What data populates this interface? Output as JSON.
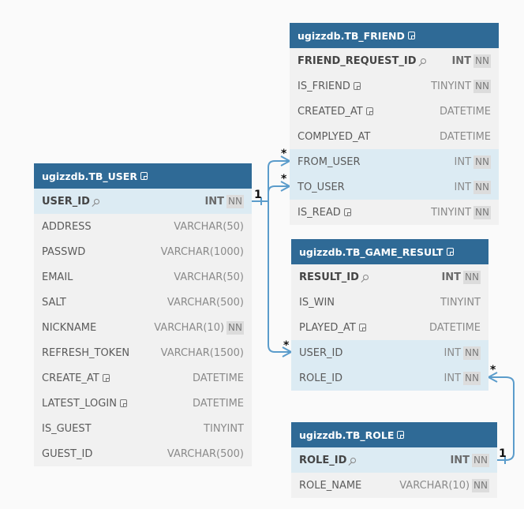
{
  "tables": {
    "friend": {
      "name": "ugizzdb.TB_FRIEND",
      "rows": [
        {
          "name": "FRIEND_REQUEST_ID",
          "type": "INT",
          "nn": "NN",
          "pk": true,
          "note": false,
          "hl": false
        },
        {
          "name": "IS_FRIEND",
          "type": "TINYINT",
          "nn": "NN",
          "pk": false,
          "note": true,
          "hl": false
        },
        {
          "name": "CREATED_AT",
          "type": "DATETIME",
          "nn": "",
          "pk": false,
          "note": true,
          "hl": false
        },
        {
          "name": "COMPLYED_AT",
          "type": "DATETIME",
          "nn": "",
          "pk": false,
          "note": false,
          "hl": false
        },
        {
          "name": "FROM_USER",
          "type": "INT",
          "nn": "NN",
          "pk": false,
          "note": false,
          "hl": true
        },
        {
          "name": "TO_USER",
          "type": "INT",
          "nn": "NN",
          "pk": false,
          "note": false,
          "hl": true
        },
        {
          "name": "IS_READ",
          "type": "TINYINT",
          "nn": "NN",
          "pk": false,
          "note": true,
          "hl": false
        }
      ]
    },
    "user": {
      "name": "ugizzdb.TB_USER",
      "rows": [
        {
          "name": "USER_ID",
          "type": "INT",
          "nn": "NN",
          "pk": true,
          "note": false,
          "hl": true
        },
        {
          "name": "ADDRESS",
          "type": "VARCHAR(50)",
          "nn": "",
          "pk": false,
          "note": false,
          "hl": false
        },
        {
          "name": "PASSWD",
          "type": "VARCHAR(1000)",
          "nn": "",
          "pk": false,
          "note": false,
          "hl": false
        },
        {
          "name": "EMAIL",
          "type": "VARCHAR(50)",
          "nn": "",
          "pk": false,
          "note": false,
          "hl": false
        },
        {
          "name": "SALT",
          "type": "VARCHAR(500)",
          "nn": "",
          "pk": false,
          "note": false,
          "hl": false
        },
        {
          "name": "NICKNAME",
          "type": "VARCHAR(10)",
          "nn": "NN",
          "pk": false,
          "note": false,
          "hl": false
        },
        {
          "name": "REFRESH_TOKEN",
          "type": "VARCHAR(1500)",
          "nn": "",
          "pk": false,
          "note": false,
          "hl": false
        },
        {
          "name": "CREATE_AT",
          "type": "DATETIME",
          "nn": "",
          "pk": false,
          "note": true,
          "hl": false
        },
        {
          "name": "LATEST_LOGIN",
          "type": "DATETIME",
          "nn": "",
          "pk": false,
          "note": true,
          "hl": false
        },
        {
          "name": "IS_GUEST",
          "type": "TINYINT",
          "nn": "",
          "pk": false,
          "note": false,
          "hl": false
        },
        {
          "name": "GUEST_ID",
          "type": "VARCHAR(500)",
          "nn": "",
          "pk": false,
          "note": false,
          "hl": false
        }
      ]
    },
    "game_result": {
      "name": "ugizzdb.TB_GAME_RESULT",
      "rows": [
        {
          "name": "RESULT_ID",
          "type": "INT",
          "nn": "NN",
          "pk": true,
          "note": false,
          "hl": false
        },
        {
          "name": "IS_WIN",
          "type": "TINYINT",
          "nn": "",
          "pk": false,
          "note": false,
          "hl": false
        },
        {
          "name": "PLAYED_AT",
          "type": "DATETIME",
          "nn": "",
          "pk": false,
          "note": true,
          "hl": false
        },
        {
          "name": "USER_ID",
          "type": "INT",
          "nn": "NN",
          "pk": false,
          "note": false,
          "hl": true
        },
        {
          "name": "ROLE_ID",
          "type": "INT",
          "nn": "NN",
          "pk": false,
          "note": false,
          "hl": true
        }
      ]
    },
    "role": {
      "name": "ugizzdb.TB_ROLE",
      "rows": [
        {
          "name": "ROLE_ID",
          "type": "INT",
          "nn": "NN",
          "pk": true,
          "note": false,
          "hl": true
        },
        {
          "name": "ROLE_NAME",
          "type": "VARCHAR(10)",
          "nn": "NN",
          "pk": false,
          "note": false,
          "hl": false
        }
      ]
    }
  },
  "relations": {
    "user_one": "1",
    "from_user_many": "*",
    "to_user_many": "*",
    "game_user_many": "*",
    "game_role_many": "*",
    "role_one": "1"
  },
  "colors": {
    "header": "#2f6a96",
    "highlight": "#dcebf3",
    "connector": "#5b9ccb"
  }
}
